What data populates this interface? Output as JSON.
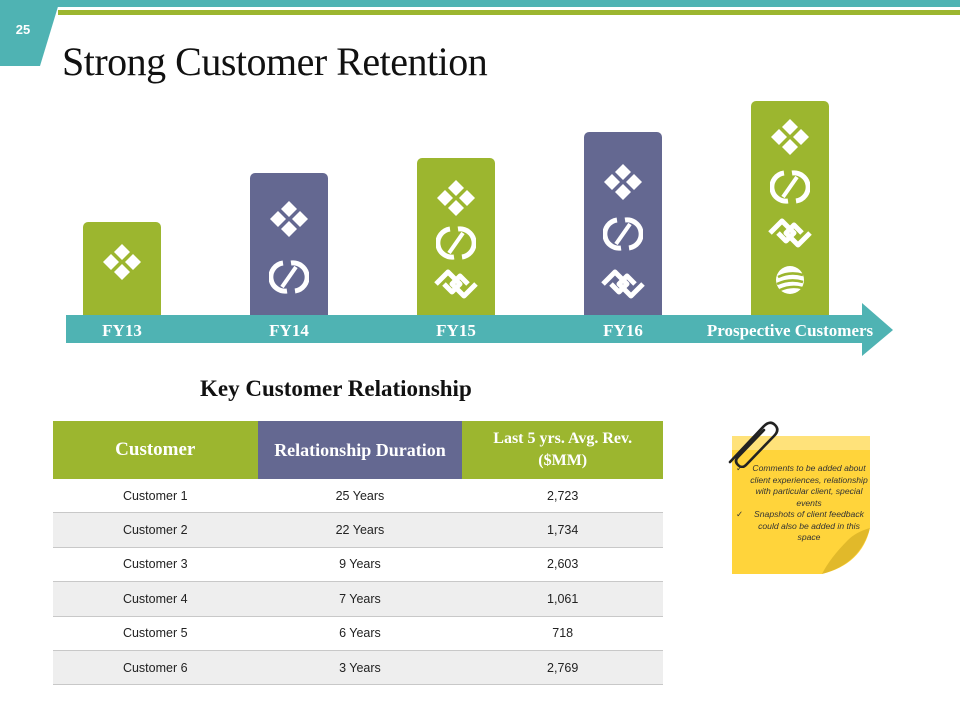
{
  "slide": {
    "number": "25",
    "title": "Strong Customer Retention"
  },
  "colors": {
    "teal": "#4fb3b3",
    "green": "#9cb62f",
    "purple": "#646891",
    "note_yellow": "#ffd84d"
  },
  "timeline": {
    "stages": [
      {
        "label": "FY13",
        "color": "green",
        "icons": [
          "diamond-cluster-icon"
        ]
      },
      {
        "label": "FY14",
        "color": "purple",
        "icons": [
          "diamond-cluster-icon",
          "refresh-circle-icon"
        ]
      },
      {
        "label": "FY15",
        "color": "green",
        "icons": [
          "diamond-cluster-icon",
          "refresh-circle-icon",
          "handshake-arrows-icon"
        ]
      },
      {
        "label": "FY16",
        "color": "purple",
        "icons": [
          "diamond-cluster-icon",
          "refresh-circle-icon",
          "handshake-arrows-icon"
        ]
      },
      {
        "label": "Prospective Customers",
        "color": "green",
        "icons": [
          "diamond-cluster-icon",
          "refresh-circle-icon",
          "handshake-arrows-icon",
          "globe-icon"
        ]
      }
    ]
  },
  "table": {
    "heading": "Key Customer Relationship",
    "headers": [
      "Customer",
      "Relationship Duration",
      "Last 5 yrs. Avg. Rev. ($MM)"
    ],
    "rows": [
      [
        "Customer 1",
        "25 Years",
        "2,723"
      ],
      [
        "Customer 2",
        "22 Years",
        "1,734"
      ],
      [
        "Customer 3",
        "9 Years",
        "2,603"
      ],
      [
        "Customer 4",
        "7 Years",
        "1,061"
      ],
      [
        "Customer 5",
        "6 Years",
        "718"
      ],
      [
        "Customer 6",
        "3 Years",
        "2,769"
      ]
    ]
  },
  "note": {
    "items": [
      "Comments to be added about client experiences, relationship with particular client, special events",
      "Snapshots of client feedback could also be added in this space"
    ]
  }
}
